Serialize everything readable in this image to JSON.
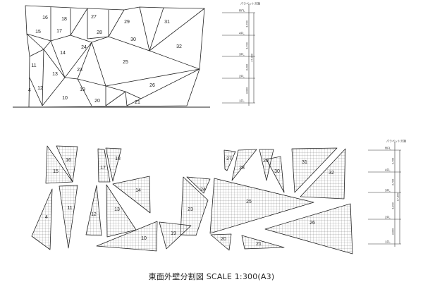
{
  "title": "東面外壁分割図  SCALE 1:300(A3)",
  "elevation_panels": [
    {
      "label": "16"
    },
    {
      "label": "18"
    },
    {
      "label": "15"
    },
    {
      "label": "17"
    },
    {
      "label": "27"
    },
    {
      "label": "28"
    },
    {
      "label": "29"
    },
    {
      "label": "31"
    },
    {
      "label": "30"
    },
    {
      "label": "32"
    },
    {
      "label": "24"
    },
    {
      "label": "14"
    },
    {
      "label": "25"
    },
    {
      "label": "11"
    },
    {
      "label": "23"
    },
    {
      "label": "13"
    },
    {
      "label": "26"
    },
    {
      "label": "12"
    },
    {
      "label": "4"
    },
    {
      "label": "19"
    },
    {
      "label": "10"
    },
    {
      "label": "20"
    },
    {
      "label": "21"
    }
  ],
  "exploded_panels": [
    {
      "label": "16"
    },
    {
      "label": "15"
    },
    {
      "label": "17"
    },
    {
      "label": "18"
    },
    {
      "label": "27"
    },
    {
      "label": "28"
    },
    {
      "label": "29"
    },
    {
      "label": "30"
    },
    {
      "label": "31"
    },
    {
      "label": "32"
    },
    {
      "label": "14"
    },
    {
      "label": "24"
    },
    {
      "label": "4"
    },
    {
      "label": "11"
    },
    {
      "label": "12"
    },
    {
      "label": "13"
    },
    {
      "label": "23"
    },
    {
      "label": "25"
    },
    {
      "label": "26"
    },
    {
      "label": "19"
    },
    {
      "label": "10"
    },
    {
      "label": "20"
    },
    {
      "label": "21"
    }
  ],
  "level_scales": [
    {
      "header": "パラペット天端",
      "levels": [
        "RFL",
        "4FL",
        "3FL",
        "2FL",
        "1FL"
      ],
      "dims": [
        "3,700",
        "3,700",
        "3,200",
        "3,900"
      ],
      "total": "17,300"
    },
    {
      "header": "パラペット天端",
      "levels": [
        "RFL",
        "4FL",
        "3FL",
        "2FL",
        "1FL"
      ],
      "dims": [
        "3,700",
        "3,700",
        "3,200",
        "3,900"
      ],
      "total": "17,300"
    }
  ]
}
